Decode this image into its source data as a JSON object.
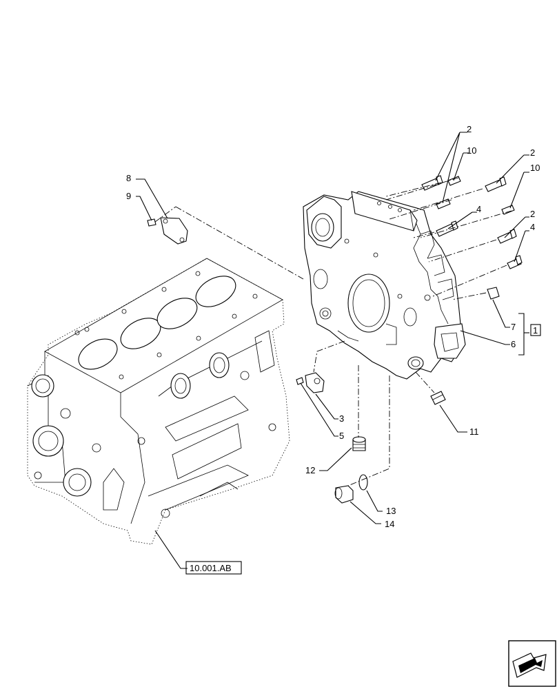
{
  "callouts": {
    "c2a": "2",
    "c10a": "10",
    "c2b": "2",
    "c10b": "10",
    "c4a": "4",
    "c2c": "2",
    "c4b": "4",
    "c8": "8",
    "c9": "9",
    "c7": "7",
    "c1": "1",
    "c6": "6",
    "c3": "3",
    "c5": "5",
    "c11": "11",
    "c12": "12",
    "c13": "13",
    "c14": "14"
  },
  "reference": {
    "label": "10.001.AB"
  },
  "nav_icon": "next-page-arrow-icon"
}
